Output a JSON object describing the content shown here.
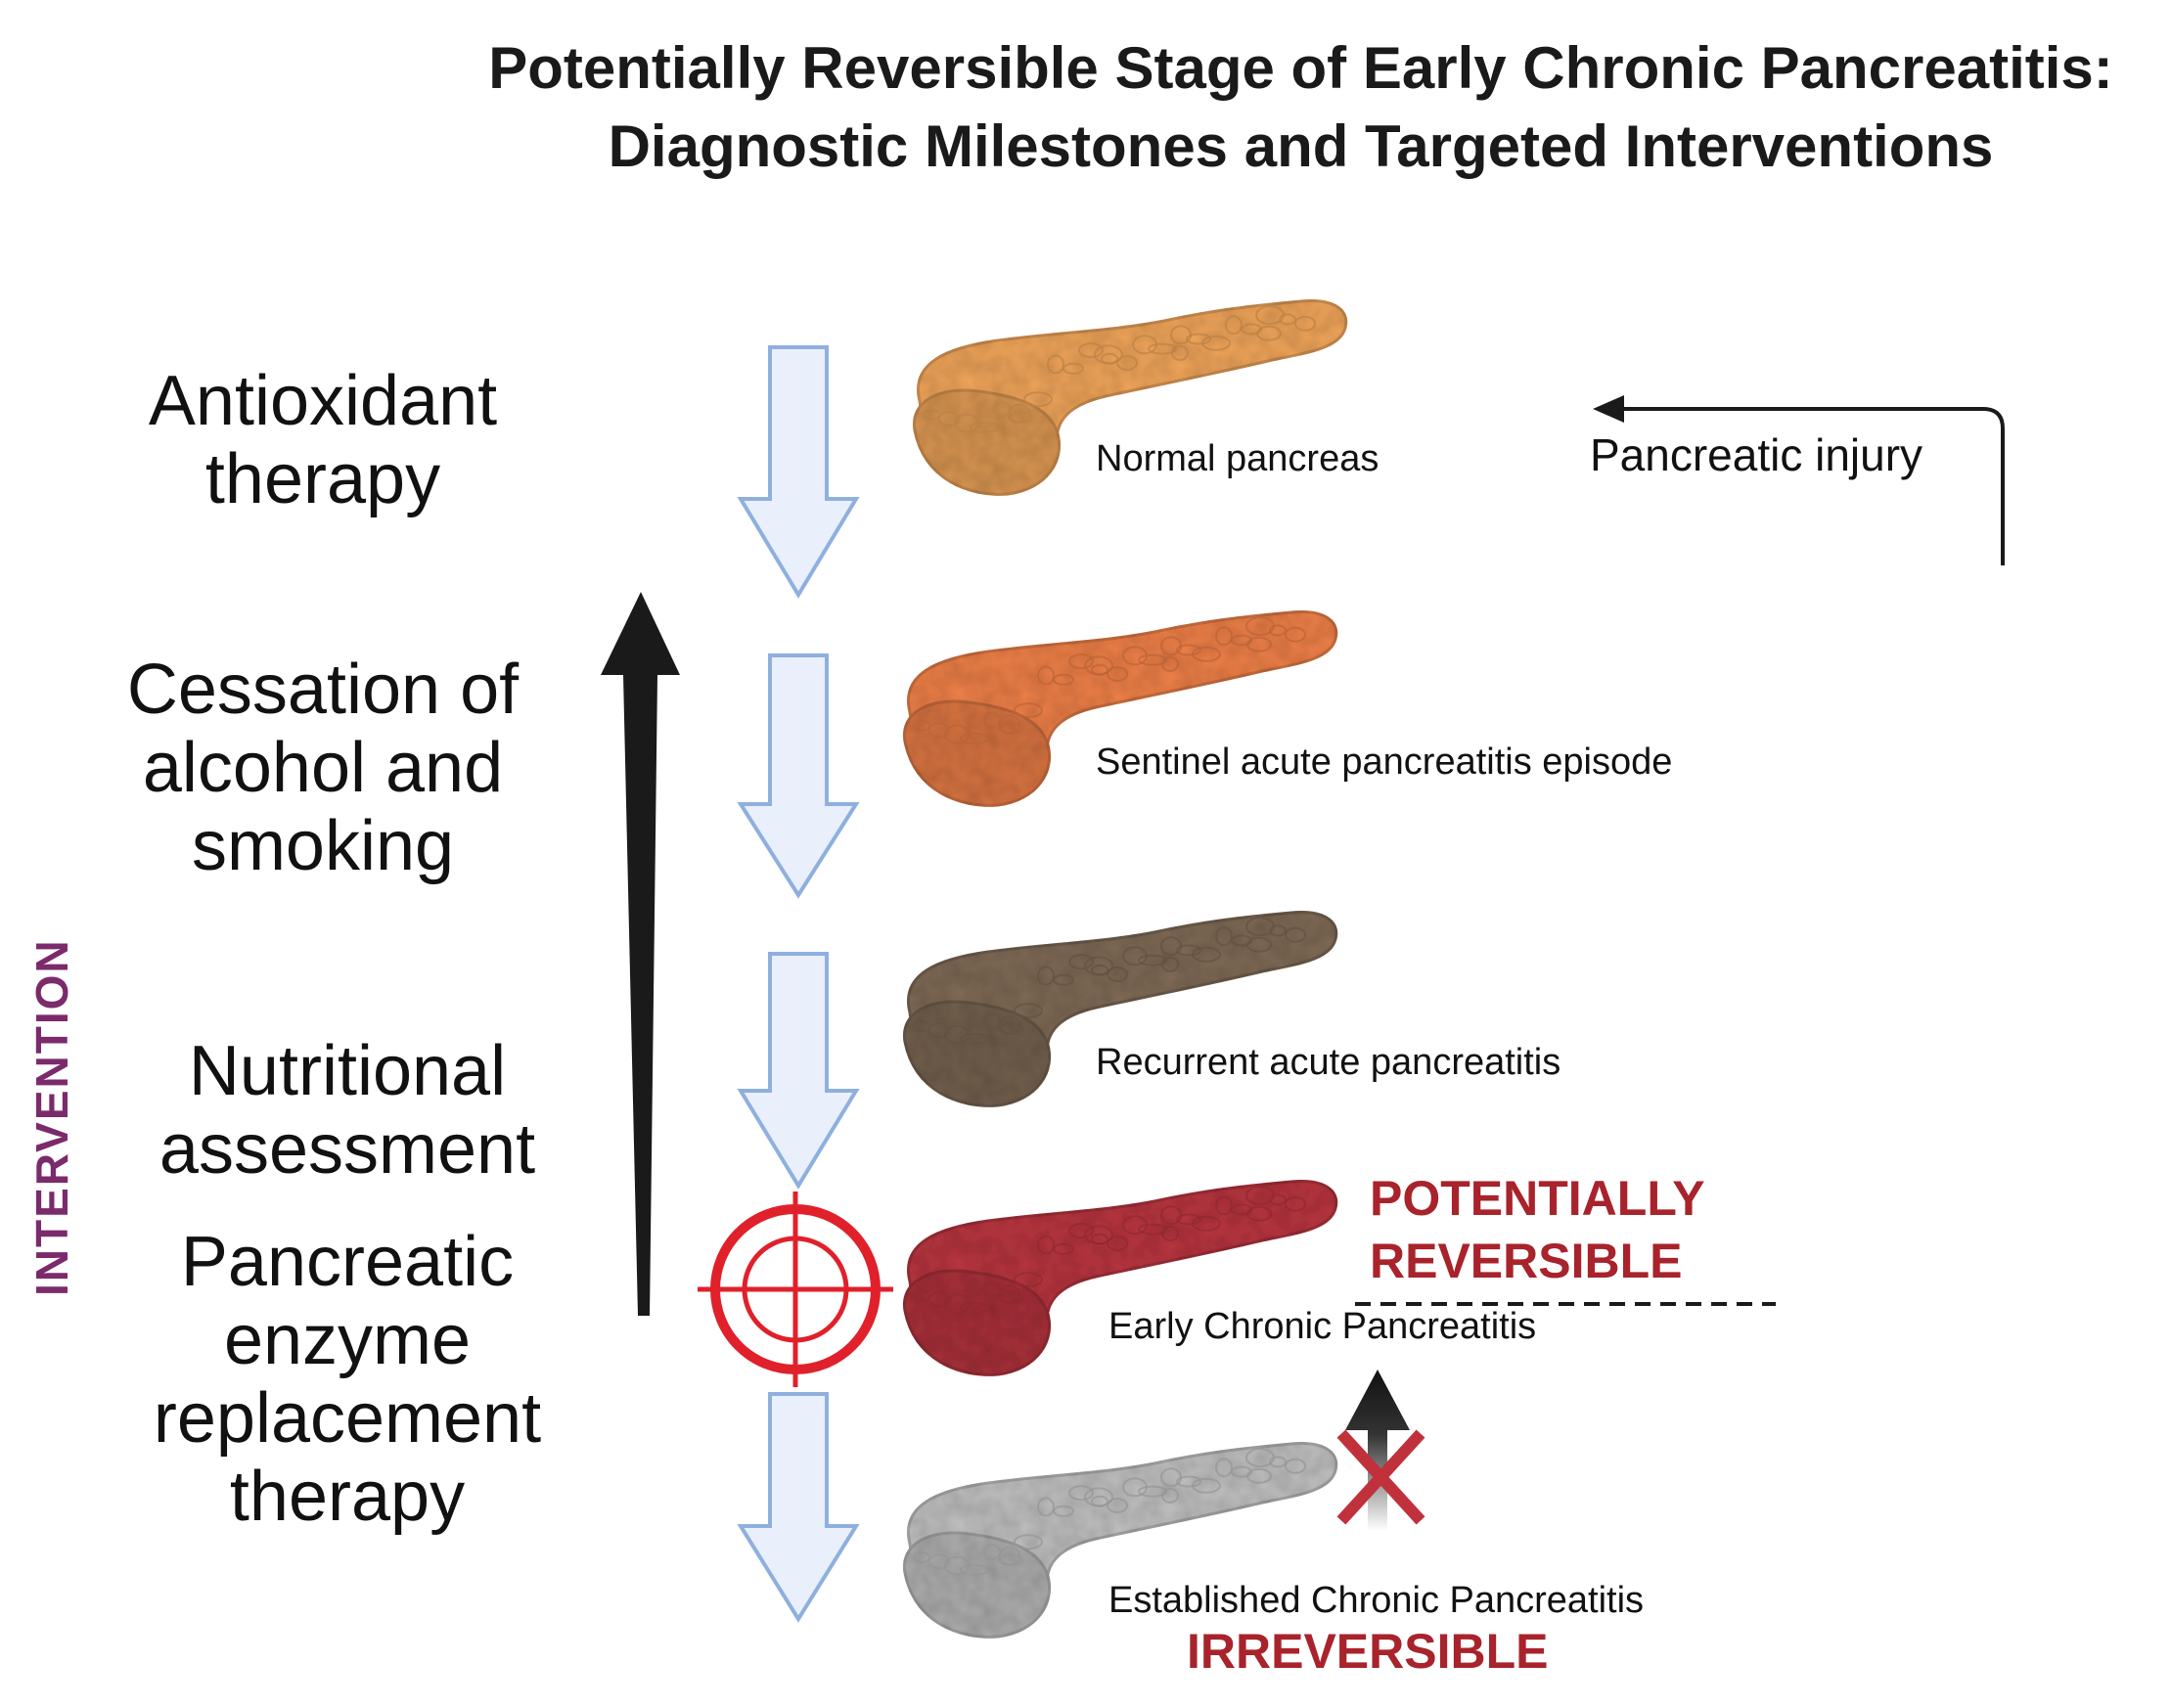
{
  "title": {
    "line1": "Potentially Reversible Stage of Early Chronic Pancreatitis:",
    "line2": "Diagnostic Milestones and Targeted Interventions"
  },
  "side_label": "INTERVENTION",
  "interventions": [
    "Antioxidant therapy",
    "Cessation of alcohol and smoking",
    "Nutritional assessment",
    "Pancreatic enzyme replacement therapy"
  ],
  "intervention_lines": {
    "antioxidant": [
      "Antioxidant",
      "therapy"
    ],
    "cessation": [
      "Cessation of",
      "alcohol and",
      "smoking"
    ],
    "nutritional": [
      "Nutritional",
      "assessment"
    ],
    "enzyme": [
      "Pancreatic",
      "enzyme",
      "replacement",
      "therapy"
    ]
  },
  "stages": [
    {
      "label": "Normal pancreas",
      "color": "#f0a55a"
    },
    {
      "label": "Sentinel acute pancreatitis episode",
      "color": "#ee8048"
    },
    {
      "label": "Recurrent acute pancreatitis",
      "color": "#7f6a56"
    },
    {
      "label": "Early Chronic Pancreatitis",
      "color": "#b8353f"
    },
    {
      "label": "Established Chronic Pancreatitis",
      "color": "#c0c0c0"
    }
  ],
  "injury_label": "Pancreatic injury",
  "reversible": [
    "POTENTIALLY",
    "REVERSIBLE"
  ],
  "irreversible": "IRREVERSIBLE",
  "colors": {
    "accent_red": "#a8232b",
    "target_red": "#e0202a",
    "flow_arrow_fill": "#e9f0fb",
    "flow_arrow_stroke": "#8fb0de",
    "intervention_purple": "#7b2a6b"
  },
  "icons": {
    "target": "crosshair-target-icon",
    "blocked": "red-x-icon"
  }
}
